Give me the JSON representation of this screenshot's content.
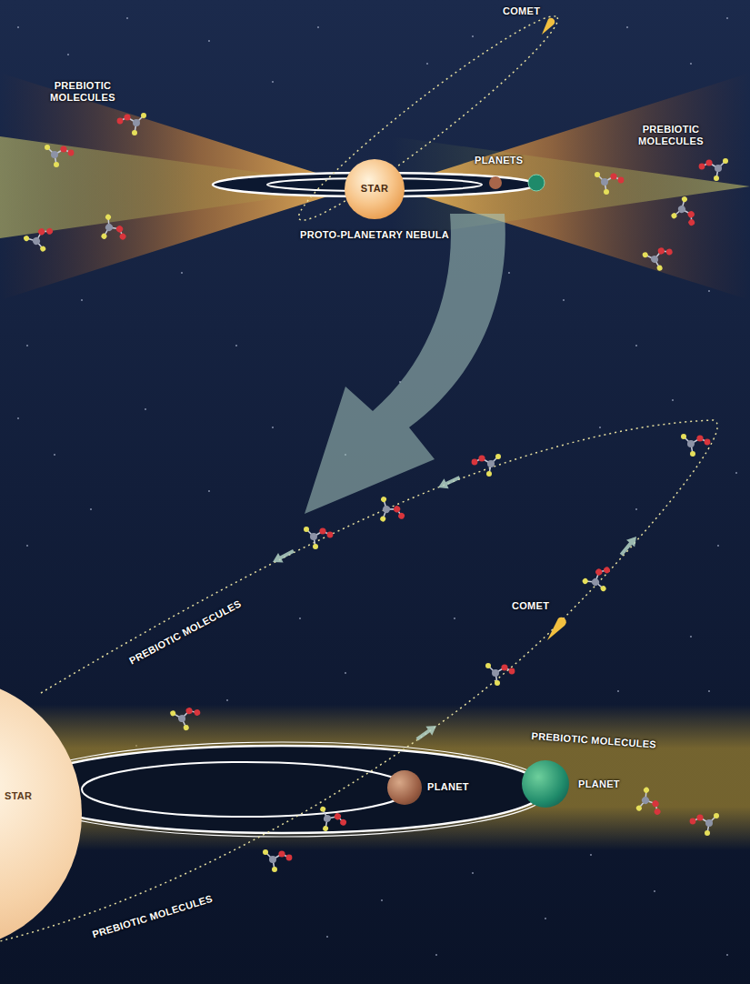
{
  "diagram": {
    "nodes": [
      {
        "text": [
          "STAR"
        ]
      },
      {
        "text": [
          "STAR"
        ]
      },
      {
        "text": [
          "PLANET"
        ]
      },
      {
        "text": [
          "PLANET"
        ]
      }
    ],
    "labels": [
      "PREBIOTIC MOLECULES",
      "COMET",
      "PREBIOTIC MOLECULES",
      "PLANETS",
      "PROTO-PLANETARY NEBULA",
      "PREBIOTIC MOLECULES",
      "COMET",
      "PREBIOTIC MOLECULES",
      "PREBIOTIC MOLECULES"
    ]
  }
}
